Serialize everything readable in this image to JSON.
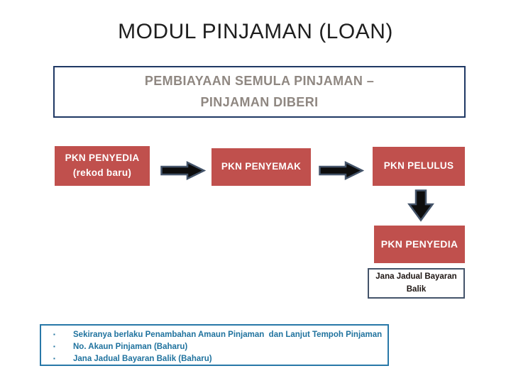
{
  "slide": {
    "title": "MODUL PINJAMAN (LOAN)",
    "header": {
      "line1": "PEMBIAYAAN SEMULA PINJAMAN –",
      "line2": "PINJAMAN DIBERI"
    },
    "flow": {
      "step1": {
        "line1": "PKN PENYEDIA",
        "line2": "(rekod baru)"
      },
      "step2": {
        "label": "PKN PENYEMAK"
      },
      "step3": {
        "label": "PKN PELULUS"
      },
      "step4": {
        "label": "PKN PENYEDIA"
      },
      "result": {
        "label": "Jana Jadual Bayaran Balik"
      },
      "arrow_icons": [
        "right-block-arrow",
        "right-block-arrow",
        "down-block-arrow"
      ]
    },
    "notes": {
      "bullet": "▪",
      "items": [
        "Sekiranya berlaku Penambahan Amaun Pinjaman  dan Lanjut Tempoh Pinjaman",
        "No. Akaun Pinjaman (Baharu)",
        "Jana Jadual Bayaran Balik (Baharu)"
      ]
    },
    "colors": {
      "flow_box_fill": "#C0504D",
      "flow_box_text": "#FFFFFF",
      "arrow_fill": "#0D0D0D",
      "arrow_outline": "#44546A",
      "header_border": "#1F3864",
      "header_text": "#8F8781",
      "result_border": "#44546A",
      "result_text": "#1D1512",
      "notes_border": "#2878A8",
      "notes_text": "#1F729E",
      "title_text": "#1F1F1F",
      "background": "#FFFFFF"
    }
  }
}
